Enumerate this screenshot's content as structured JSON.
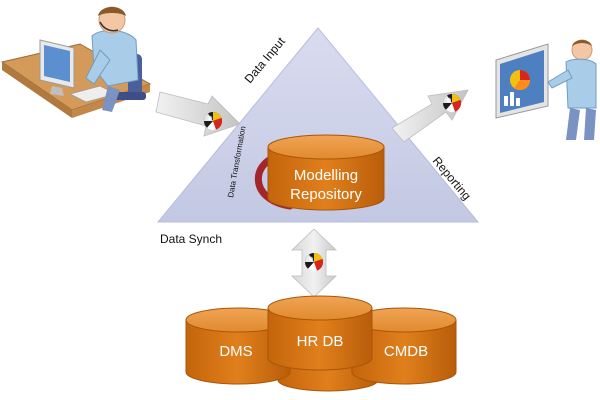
{
  "labels": {
    "data_input": "Data Input",
    "reporting": "Reporting",
    "data_synch": "Data Synch",
    "data_transformation": "Data Transformation"
  },
  "repository": {
    "line1": "Modelling",
    "line2": "Repository"
  },
  "databases": {
    "left": "DMS",
    "center": "HR DB",
    "right": "CMDB"
  },
  "colors": {
    "triangle": "#c9cde6",
    "cylinder_top": "#e8943a",
    "cylinder_body": "#cf6f10",
    "arrow": "#cfcfcf",
    "transform_arrow": "#a5262a"
  },
  "icons": {
    "data_entry_person": "person-at-computer-icon",
    "reporting_person": "person-presenting-chart-icon",
    "data_token": "multicolor-sphere-icon"
  }
}
